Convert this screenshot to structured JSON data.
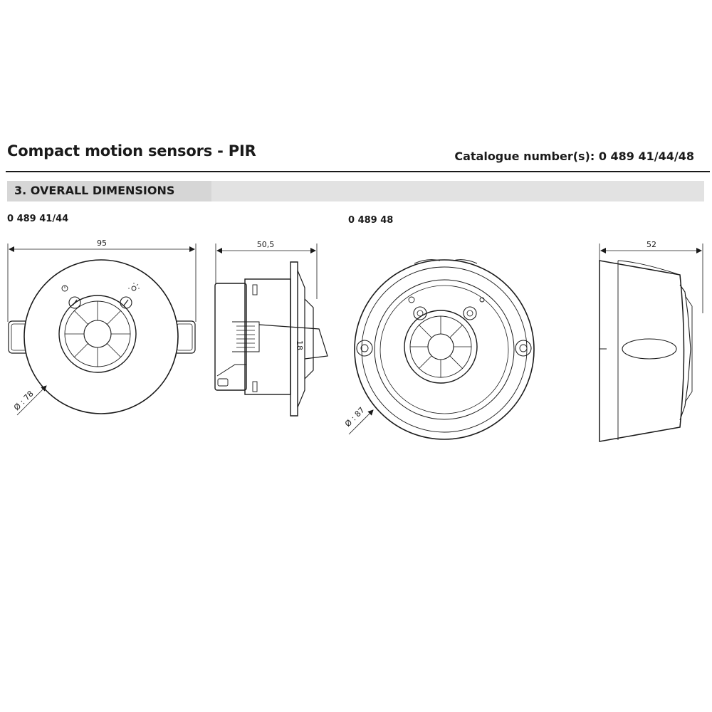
{
  "header": {
    "title": "Compact motion sensors - PIR",
    "catalogue": "Catalogue number(s): 0 489 41/44/48"
  },
  "section": {
    "title": "3. OVERALL DIMENSIONS"
  },
  "models": [
    {
      "label": "0 489 41/44",
      "width_dim": "95",
      "diameter_dim": "Ø : 78",
      "depth_dim": "50,5",
      "small_dim": "18"
    },
    {
      "label": "0 489 48",
      "diameter_dim": "Ø : 87",
      "depth_dim": "52"
    }
  ]
}
